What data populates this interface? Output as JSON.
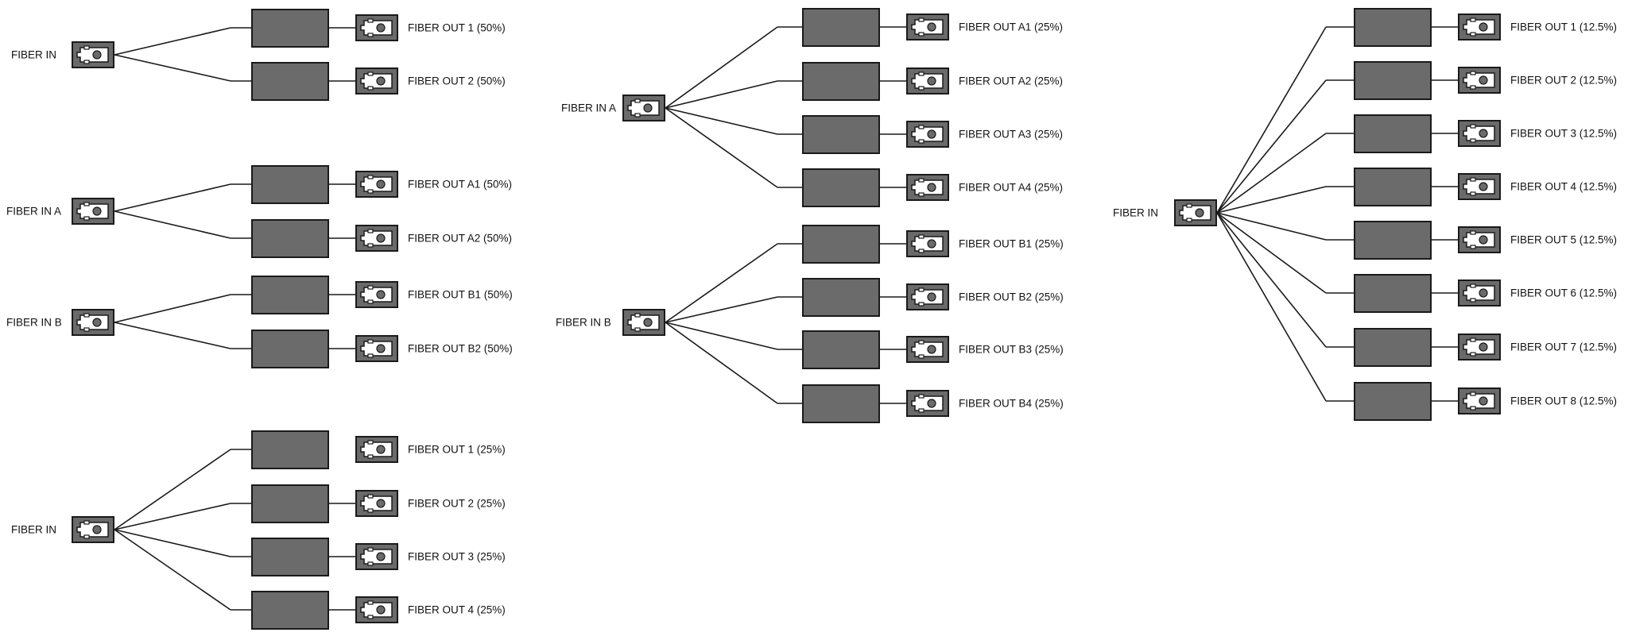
{
  "diagrams": [
    {
      "input": {
        "label": "FIBER IN"
      },
      "outputs": [
        "FIBER OUT 1 (50%)",
        "FIBER OUT 2 (50%)"
      ]
    },
    {
      "input": {
        "label": "FIBER IN A"
      },
      "outputs": [
        "FIBER OUT A1 (50%)",
        "FIBER OUT A2 (50%)"
      ]
    },
    {
      "input": {
        "label": "FIBER IN B"
      },
      "outputs": [
        "FIBER OUT B1 (50%)",
        "FIBER OUT B2 (50%)"
      ]
    },
    {
      "input": {
        "label": "FIBER IN"
      },
      "outputs": [
        "FIBER OUT 1 (25%)",
        "FIBER OUT 2 (25%)",
        "FIBER OUT 3 (25%)",
        "FIBER OUT 4 (25%)"
      ]
    },
    {
      "input": {
        "label": "FIBER IN A"
      },
      "outputs": [
        "FIBER OUT A1 (25%)",
        "FIBER OUT A2 (25%)",
        "FIBER OUT A3 (25%)",
        "FIBER OUT A4 (25%)"
      ]
    },
    {
      "input": {
        "label": "FIBER IN B"
      },
      "outputs": [
        "FIBER OUT B1 (25%)",
        "FIBER OUT B2 (25%)",
        "FIBER OUT B3 (25%)",
        "FIBER OUT B4 (25%)"
      ]
    },
    {
      "input": {
        "label": "FIBER IN"
      },
      "outputs": [
        "FIBER OUT 1 (12.5%)",
        "FIBER OUT 2 (12.5%)",
        "FIBER OUT 3 (12.5%)",
        "FIBER OUT 4 (12.5%)",
        "FIBER OUT 5 (12.5%)",
        "FIBER OUT 6 (12.5%)",
        "FIBER OUT 7 (12.5%)",
        "FIBER OUT 8 (12.5%)"
      ]
    }
  ],
  "colors": {
    "splitter": "#6b6b6b",
    "connector_body": "#6a6a6a",
    "connector_face": "#ffffff",
    "line": "#1a1a1a",
    "text": "#111111"
  },
  "icons": {
    "connector": "fiber-connector-icon",
    "splitter": "splitter-module"
  }
}
